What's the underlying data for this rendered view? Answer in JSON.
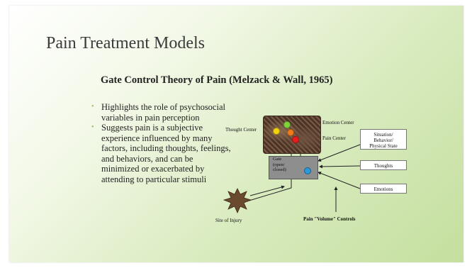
{
  "slide": {
    "title": "Pain Treatment Models",
    "subtitle": "Gate Control Theory of Pain (Melzack & Wall, 1965)",
    "bullets": [
      "Highlights the role of psychosocial variables in pain perception",
      "Suggests pain is a subjective experience influenced by many factors, including thoughts, feelings, and behaviors, and can be minimized or exacerbated by attending to particular stimuli"
    ]
  },
  "diagram": {
    "thought_center": "Thought Center",
    "emotion_center": "Emotion Center",
    "pain_center": "Pain Center",
    "gate_lines": [
      "Gate",
      "(open/",
      "closed)"
    ],
    "site_of_injury": "Site of Injury",
    "controls_caption": "Pain \"Volume\" Controls",
    "boxes": {
      "situation": [
        "Situation/",
        "Behavior/",
        "Physical State"
      ],
      "thoughts": "Thoughts",
      "emotions": "Emotions"
    }
  },
  "colors": {
    "gate_dot": "#2a9bd8",
    "emotion_dot": "#7fd23c",
    "thought_dot": "#f2d30e",
    "mid_dot": "#ee7b1b",
    "pain_dot": "#e81c1c",
    "bullet": "#93c35a"
  }
}
